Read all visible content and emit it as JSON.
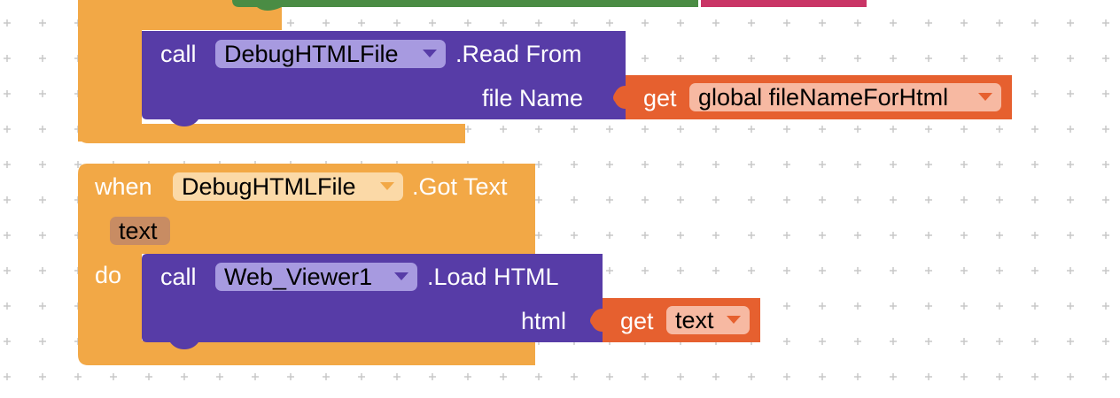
{
  "colors": {
    "event_block": "#f2a846",
    "call_block": "#573ca7",
    "get_block": "#e6602f",
    "component_pill": "#a79ae0",
    "event_component_pill": "#fbd9a7",
    "param_pill": "#c88c63",
    "get_pill": "#f7b9a2",
    "partial_green": "#4a8c44",
    "partial_pink": "#c93566",
    "grid_plus": "#c8c8c8"
  },
  "block1": {
    "call_keyword": "call",
    "component": "DebugHTMLFile",
    "method": ".Read From",
    "arg_label": "file Name",
    "get_keyword": "get",
    "get_variable": "global fileNameForHtml"
  },
  "block2": {
    "when_keyword": "when",
    "component": "DebugHTMLFile",
    "event": ".Got Text",
    "param": "text",
    "do_keyword": "do",
    "call_keyword": "call",
    "call_component": "Web_Viewer1",
    "call_method": ".Load HTML",
    "arg_label": "html",
    "get_keyword": "get",
    "get_variable": "text"
  }
}
